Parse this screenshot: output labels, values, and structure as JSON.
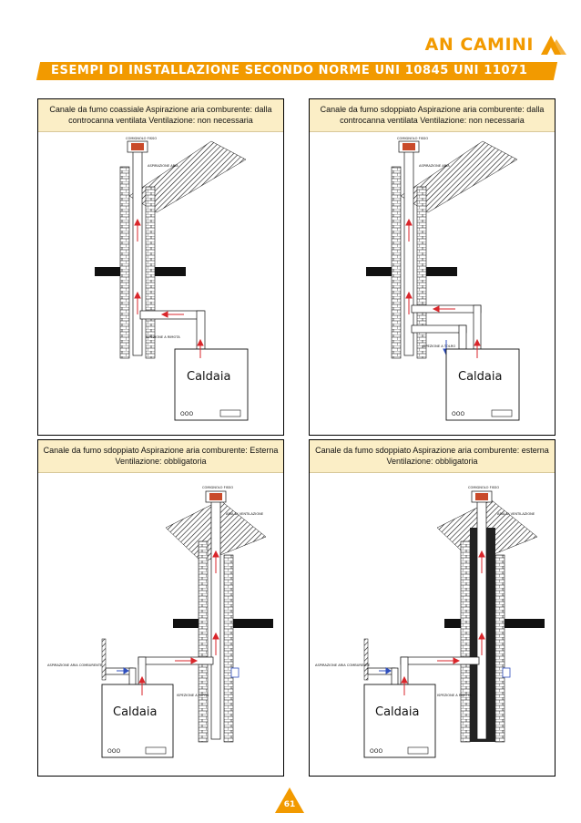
{
  "header": {
    "brand": "AN CAMINI",
    "banner_title": "ESEMPI DI INSTALLAZIONE SECONDO NORME UNI 10845 UNI 11071"
  },
  "panels": [
    {
      "caption": "Canale da fumo coassiale Aspirazione aria comburente: dalla controcanna ventilata Ventilazione: non necessaria",
      "top_label": "COMIGNOLO FISSO",
      "side_label": "ASPIRAZIONE ARIA",
      "mid_label": "ISPEZIONE A RIMOTA",
      "boiler": "Caldaia"
    },
    {
      "caption": "Canale da fumo sdoppiato Aspirazione aria comburente: dalla controcanna ventilata Ventilazione: non necessaria",
      "top_label": "COMIGNOLO FISSO",
      "side_label": "ASPIRAZIONE ARIA",
      "mid_label": "ISPEZIONE A TOLRO",
      "boiler": "Caldaia"
    },
    {
      "caption": "Canale da fumo sdoppiato Aspirazione aria comburente: Esterna Ventilazione: obbligatoria",
      "top_label": "COMIGNOLO FISSO",
      "side_label": "ARIA DI VENTILAZIONE",
      "mid_label": "ISPEZIONE A TAPPO",
      "left_label": "ASPIRAZIONE ARIA COMBURENTE",
      "boiler": "Caldaia"
    },
    {
      "caption": "Canale da fumo sdoppiato Aspirazione aria comburente: esterna Ventilazione: obbligatoria",
      "top_label": "COMIGNOLO FISSO",
      "side_label": "ARIA DI VENTILAZIONE",
      "mid_label": "ISPEZIONE A RIMOTA",
      "left_label": "ASPIRAZIONE ARIA COMBURENTE",
      "boiler": "Caldaia"
    }
  ],
  "footer": {
    "page_number": "61"
  },
  "colors": {
    "accent": "#f29a00",
    "caption_bg": "#fbeec6",
    "flow_red": "#d9262b",
    "flow_blue": "#2f4fbf"
  }
}
